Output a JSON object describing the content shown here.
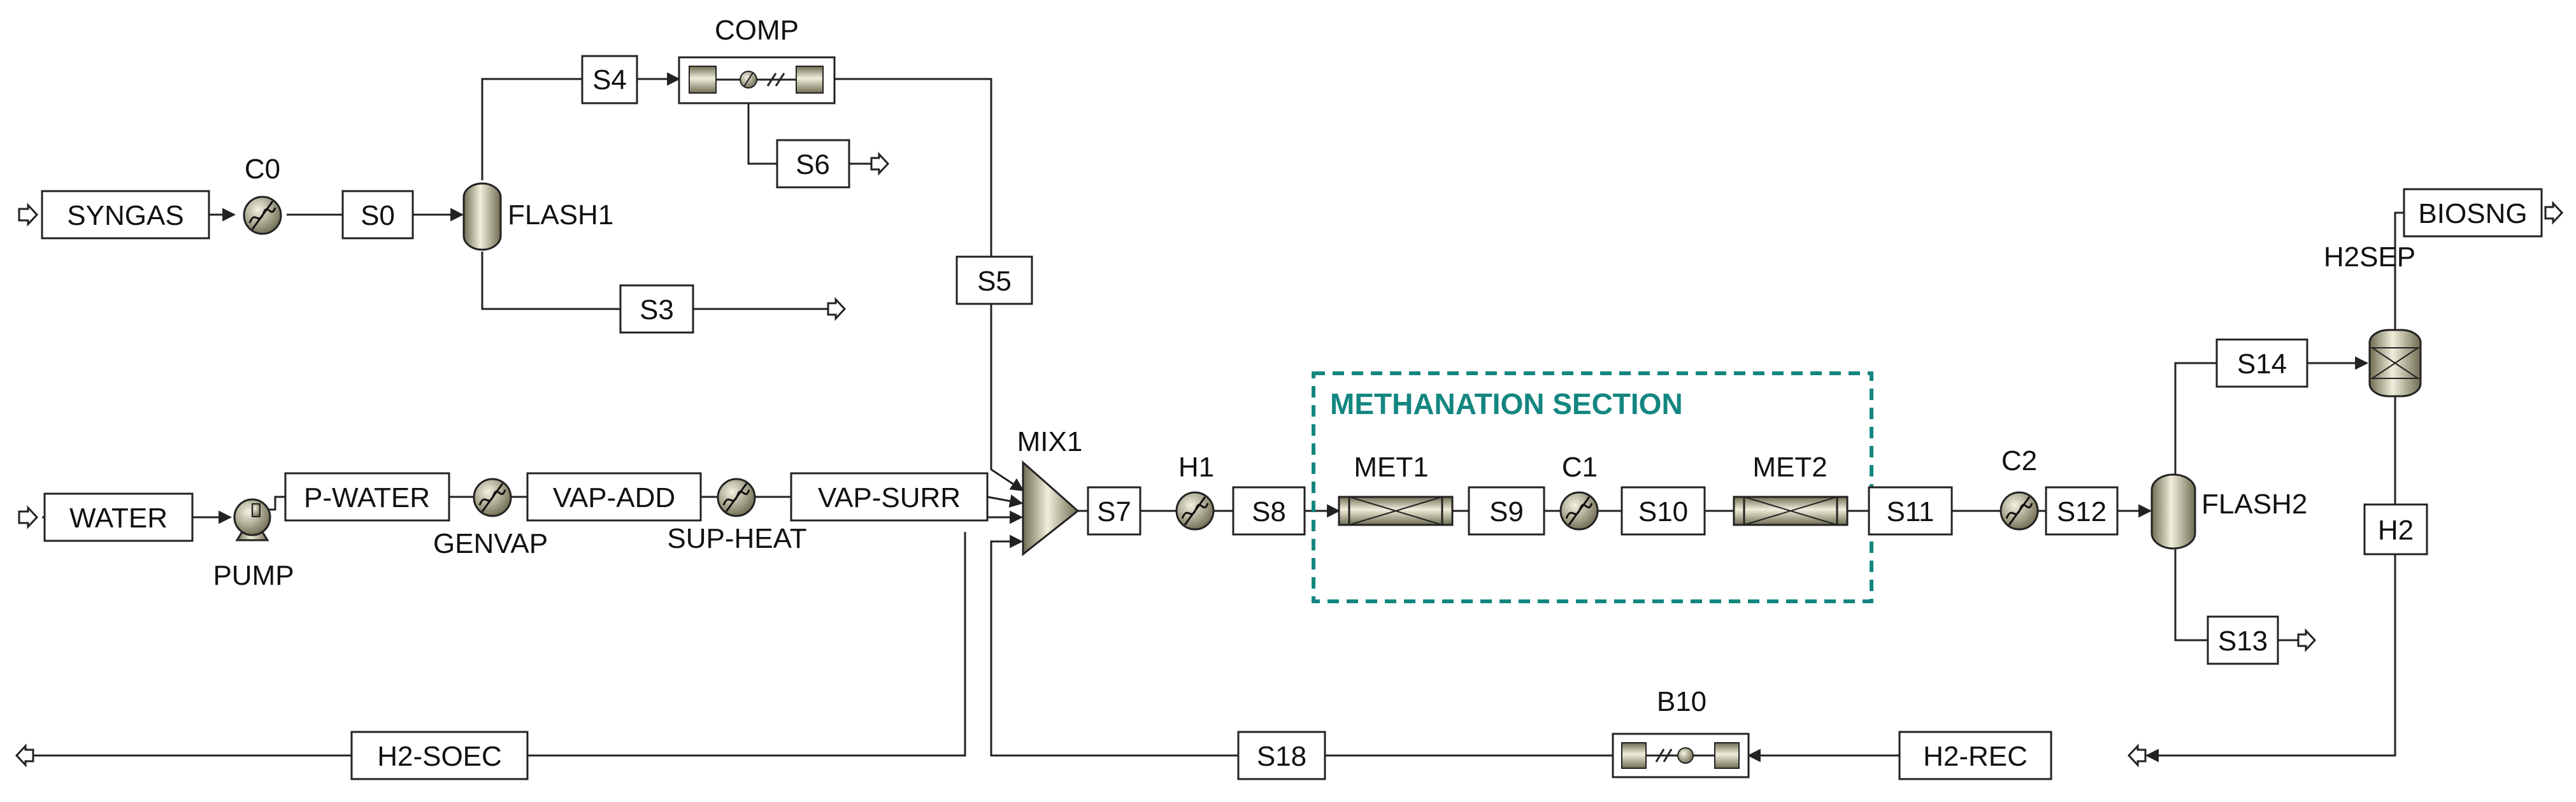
{
  "streams": {
    "syngas": "SYNGAS",
    "s0": "S0",
    "s3": "S3",
    "s4": "S4",
    "s5": "S5",
    "s6": "S6",
    "water": "WATER",
    "p_water": "P-WATER",
    "vap_add": "VAP-ADD",
    "vap_surr": "VAP-SURR",
    "s7": "S7",
    "s8": "S8",
    "s9": "S9",
    "s10": "S10",
    "s11": "S11",
    "s12": "S12",
    "s13": "S13",
    "s14": "S14",
    "h2": "H2",
    "biosng": "BIOSNG",
    "h2_soec": "H2-SOEC",
    "s18": "S18",
    "h2_rec": "H2-REC"
  },
  "blocks": {
    "c0": "C0",
    "flash1": "FLASH1",
    "comp": "COMP",
    "pump": "PUMP",
    "genvap": "GENVAP",
    "sup_heat": "SUP-HEAT",
    "mix1": "MIX1",
    "h1": "H1",
    "met1": "MET1",
    "c1": "C1",
    "met2": "MET2",
    "c2": "C2",
    "flash2": "FLASH2",
    "h2sep": "H2SEP",
    "b10": "B10"
  },
  "section": {
    "label": "METHANATION SECTION",
    "color": "#138680"
  },
  "colors": {
    "line": "#222222",
    "equipment_light": "#e9e6cc",
    "equipment_dark": "#8c8a6c"
  }
}
